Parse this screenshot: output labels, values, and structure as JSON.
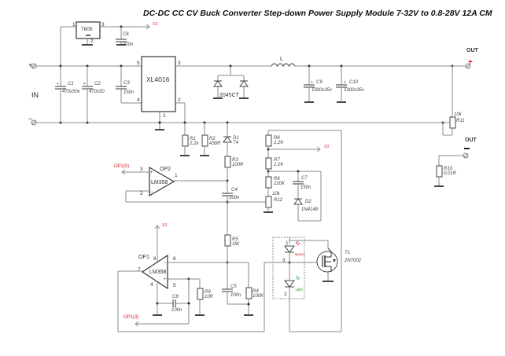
{
  "title": "DC-DC CC CV Buck Converter Step-down Power Supply Module 7-32V to 0.8-28V 12A CM",
  "input": {
    "label": "IN",
    "plus": "+",
    "minus": "−"
  },
  "output": {
    "label_top": "OUT",
    "label_bottom": "OUT",
    "plus": "+",
    "minus": "−"
  },
  "net_label": "X3",
  "regulator": {
    "name": "7805",
    "pins": [
      "1",
      "2",
      "3"
    ]
  },
  "ic": {
    "name": "XL4016",
    "pins": [
      "5",
      "3",
      "4",
      "2",
      "1"
    ]
  },
  "diode_pair": {
    "name": "2045CT"
  },
  "inductor": {
    "name": "L"
  },
  "capacitors": [
    {
      "ref": "C1",
      "value": "470x50v",
      "polarized": true
    },
    {
      "ref": "C2",
      "value": "470x50",
      "polarized": true
    },
    {
      "ref": "C3",
      "value": "150n"
    },
    {
      "ref": "C6",
      "value": "220n"
    },
    {
      "ref": "C9",
      "value": "1000x35v",
      "polarized": true
    },
    {
      "ref": "C10",
      "value": "1000x35v",
      "polarized": true
    },
    {
      "ref": "C4",
      "value": "100n"
    },
    {
      "ref": "C7",
      "value": "150n"
    },
    {
      "ref": "C5",
      "value": "100n"
    },
    {
      "ref": "C8",
      "value": "100n"
    }
  ],
  "resistors": [
    {
      "ref": "R1",
      "value": "2,2k"
    },
    {
      "ref": "R2",
      "value": "430R"
    },
    {
      "ref": "R3",
      "value": "100R"
    },
    {
      "ref": "R4",
      "value": "100K"
    },
    {
      "ref": "R5",
      "value": "1M"
    },
    {
      "ref": "R6",
      "value": "220K"
    },
    {
      "ref": "R7",
      "value": "2,2K"
    },
    {
      "ref": "R8",
      "value": "2,2K"
    },
    {
      "ref": "R9",
      "value": "10R"
    },
    {
      "ref": "R10",
      "value": "0,01R"
    },
    {
      "ref": "R11",
      "value": "10k"
    },
    {
      "ref": "R12",
      "value": "10k"
    }
  ],
  "diodes": [
    {
      "ref": "D1",
      "value": "T4"
    },
    {
      "ref": "D2",
      "value": "1N4148"
    }
  ],
  "opamps": [
    {
      "ref": "OP2",
      "part": "LM358",
      "pins": {
        "plus": "3",
        "minus": "2",
        "out": "1"
      },
      "net_in": "OP1(5)"
    },
    {
      "ref": "OP1",
      "part": "LM358",
      "pins": {
        "vcc": "8",
        "minus": "6",
        "out": "7",
        "gnd": "4",
        "plus": "5"
      },
      "net_out": "OP1(3)"
    }
  ],
  "leds": {
    "pins": [
      "1",
      "3",
      "2"
    ],
    "red_label": "красн",
    "green_label": "зел"
  },
  "transistor": {
    "ref": "T1",
    "part": "2N7002"
  }
}
